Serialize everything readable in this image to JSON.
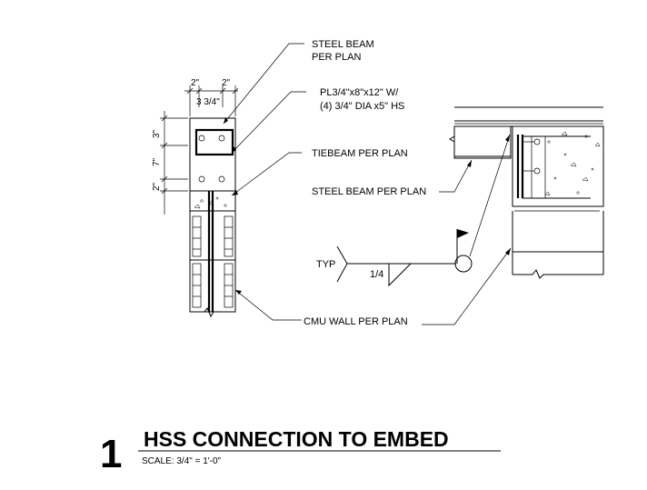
{
  "title_block": {
    "number": "1",
    "title": "HSS CONNECTION TO EMBED",
    "scale": "SCALE:  3/4\" = 1'-0\""
  },
  "dimensions": {
    "top_left": "2\"",
    "top_right": "2\"",
    "top_middle": "3 3/4\"",
    "side_top": "3\"",
    "side_middle": "7\"",
    "side_bottom": "2\""
  },
  "notes": {
    "steel_beam_line1": "STEEL BEAM",
    "steel_beam_line2": "PER PLAN",
    "plate_line1": "PL3/4\"x8\"x12\" W/",
    "plate_line2": "(4) 3/4\" DIA x5\" HS",
    "tiebeam": "TIEBEAM PER PLAN",
    "steel_beam_per_plan": "STEEL BEAM PER PLAN",
    "cmu_wall": "CMU WALL PER PLAN"
  },
  "weld_symbol": {
    "typ": "TYP",
    "size": "1/4"
  }
}
